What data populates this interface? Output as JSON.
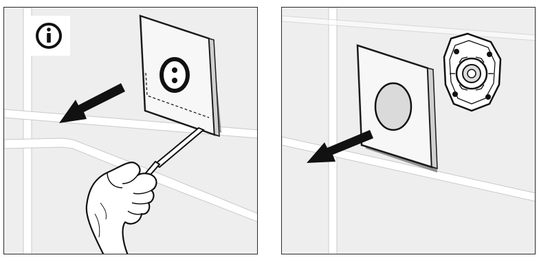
{
  "figure": {
    "colors": {
      "tile": "#eeeeee",
      "grout": "#ffffff",
      "grout_shade": "#c9c9c9",
      "ink": "#1a1a1a",
      "cover_face": "#f7f7f7",
      "cover_edge": "#d0d0d0",
      "shadow": "#3a3a3a"
    },
    "left_panel": {
      "info_badge": {
        "glyph": "i",
        "icon": "info-circle-icon"
      },
      "steps": [
        "insert-screwdriver-under-cover",
        "pull-cover-off-wall"
      ],
      "arrow_direction": "left"
    },
    "right_panel": {
      "steps": [
        "remove-cover-frame",
        "expose-sensor-mounting-plate"
      ],
      "arrow_direction": "left"
    }
  }
}
